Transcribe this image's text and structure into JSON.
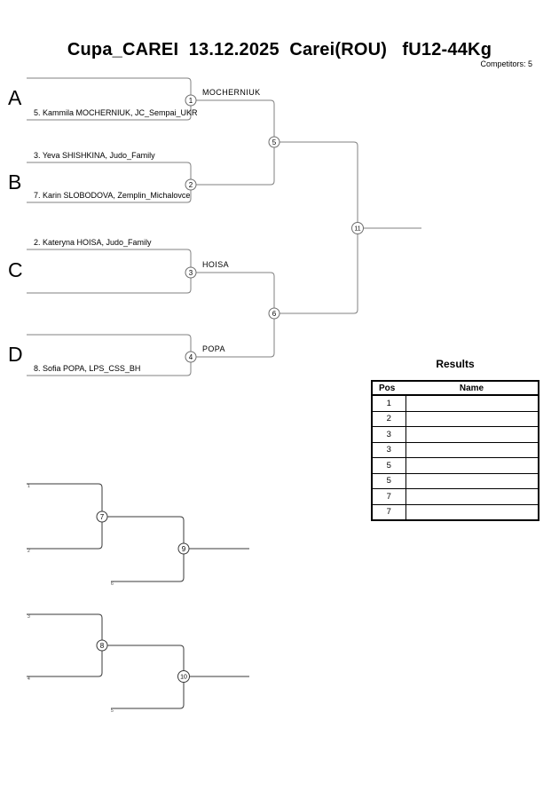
{
  "header": {
    "title": "Cupa_CAREI  13.12.2025  Carei(ROU)   fU12-44Kg",
    "competitors_label": "Competitors: 5"
  },
  "colors": {
    "bracket_line": "#808080",
    "repechage_line": "#3a3a3a",
    "text": "#000000"
  },
  "main_bracket": {
    "sections": [
      {
        "letter": "A",
        "top_name": "",
        "bottom_name": "5. Kammila MOCHERNIUK, JC_Sempai_UKR",
        "match_no": "1",
        "winner_label": "MOCHERNIUK"
      },
      {
        "letter": "B",
        "top_name": "3. Yeva SHISHKINA, Judo_Family",
        "bottom_name": "7. Karin SLOBODOVA, Zemplin_Michalovce",
        "match_no": "2",
        "winner_label": ""
      },
      {
        "letter": "C",
        "top_name": "2. Kateryna HOISA, Judo_Family",
        "bottom_name": "",
        "match_no": "3",
        "winner_label": "HOISA"
      },
      {
        "letter": "D",
        "top_name": "",
        "bottom_name": "8. Sofia POPA, LPS_CSS_BH",
        "match_no": "4",
        "winner_label": "POPA"
      }
    ],
    "semifinals": [
      "5",
      "6"
    ],
    "final": "11"
  },
  "repechage": {
    "pool1": {
      "input_top": "1",
      "input_bottom": "2",
      "match1": "7",
      "input2": "6",
      "match2": "9"
    },
    "pool2": {
      "input_top": "3",
      "input_bottom": "4",
      "match1": "8",
      "input2": "5",
      "match2": "10"
    }
  },
  "results": {
    "title": "Results",
    "columns": [
      "Pos",
      "Name"
    ],
    "rows": [
      {
        "pos": "1",
        "name": ""
      },
      {
        "pos": "2",
        "name": ""
      },
      {
        "pos": "3",
        "name": ""
      },
      {
        "pos": "3",
        "name": ""
      },
      {
        "pos": "5",
        "name": ""
      },
      {
        "pos": "5",
        "name": ""
      },
      {
        "pos": "7",
        "name": ""
      },
      {
        "pos": "7",
        "name": ""
      }
    ]
  }
}
